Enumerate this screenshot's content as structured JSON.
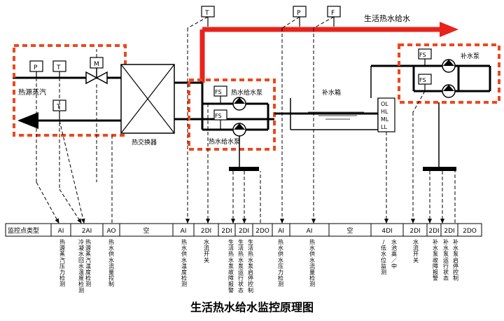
{
  "caption": "生活热水给水监控原理图",
  "top_labels": {
    "hot_water_supply": "生活热水给水",
    "heat_source_steam": "热源蒸汽",
    "heat_exchanger": "热交换器",
    "hot_water_pump_top": "热水给水泵",
    "hot_water_pump_bottom": "热水给水泵",
    "makeup_tank": "补水箱",
    "makeup_pump": "补水泵"
  },
  "sensors": {
    "P": "P",
    "T": "T",
    "M": "M",
    "F": "F",
    "FS": "FS"
  },
  "tank_levels": [
    "OL",
    "HL",
    "ML",
    "LL"
  ],
  "table": {
    "header_label": "监控点类型",
    "cells": [
      "AI",
      "2AI",
      "AO",
      "空",
      "AI",
      "2DI",
      "2DI",
      "2DI",
      "2DO",
      "AI",
      "AI",
      "空",
      "4DI",
      "2DI",
      "2DI",
      "2DI",
      "2DO"
    ],
    "descriptions": [
      "热源蒸汽压力检测",
      "冷凝水回水温度检测",
      "热源蒸汽温度检测",
      "热水供水流量控制",
      "热水供水温度检测",
      "水流开关",
      "生活热水泵故障报警",
      "生活热水泵运行状态",
      "生活热水泵启停控制",
      "热水供水压力检测",
      "热水供水流量检测",
      "/低水位监测",
      "水池高／中",
      "水流开关",
      "补水泵故障报警",
      "补水泵运行状态",
      "补水泵启停控制"
    ]
  },
  "colors": {
    "flow_red": "#e8231a",
    "dashed_box": "#f0461e",
    "line": "#000000"
  }
}
